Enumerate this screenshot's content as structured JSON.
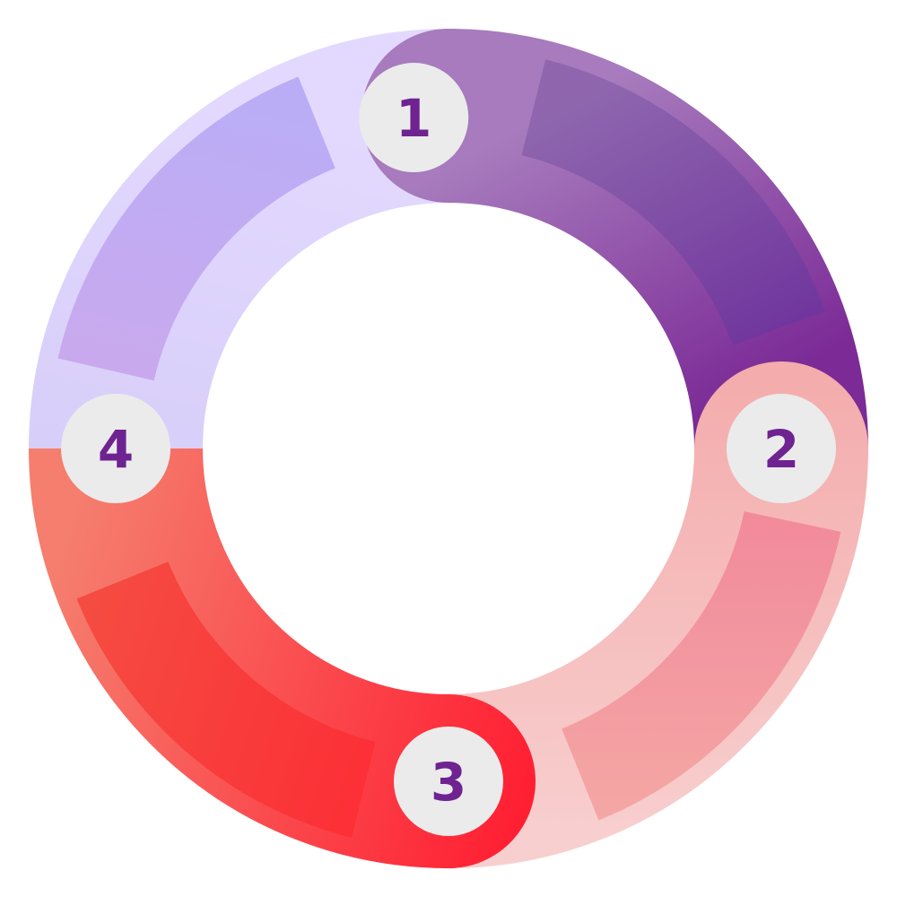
{
  "diagram": {
    "type": "cycle",
    "segment_count": 4,
    "badge_fill": "#ebebeb",
    "number_color": "#6e2391",
    "segments": [
      {
        "number": "1",
        "position": "top-right",
        "outer_colors": [
          "#a77bbd",
          "#7b2a96"
        ],
        "inner_colors": [
          "#8c64ad",
          "#6a2f9b"
        ]
      },
      {
        "number": "2",
        "position": "bottom-right",
        "outer_colors": [
          "#f4acac",
          "#f8cfcf"
        ],
        "inner_colors": [
          "#f07896",
          "#f4a5a0"
        ]
      },
      {
        "number": "3",
        "position": "bottom-left",
        "outer_colors": [
          "#f57e6e",
          "#ff1f33"
        ],
        "inner_colors": [
          "#f44a3e",
          "#ff2230"
        ]
      },
      {
        "number": "4",
        "position": "top-left",
        "outer_colors": [
          "#e3d9fe",
          "#d6cdf9"
        ],
        "inner_colors": [
          "#b6a8f5",
          "#cfa3e8"
        ]
      }
    ]
  }
}
